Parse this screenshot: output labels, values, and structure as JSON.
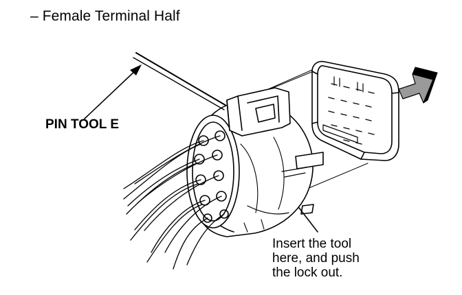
{
  "heading": "– Female Terminal Half",
  "labels": {
    "pin_tool": "PIN TOOL E",
    "instruction_lines": [
      "Insert the tool",
      "here, and push",
      "the lock out."
    ]
  },
  "colors": {
    "ink": "#000000",
    "paper": "#ffffff",
    "shade": "#9a9a9a"
  },
  "icons": {
    "direction_arrow": "arrow-right-icon"
  }
}
